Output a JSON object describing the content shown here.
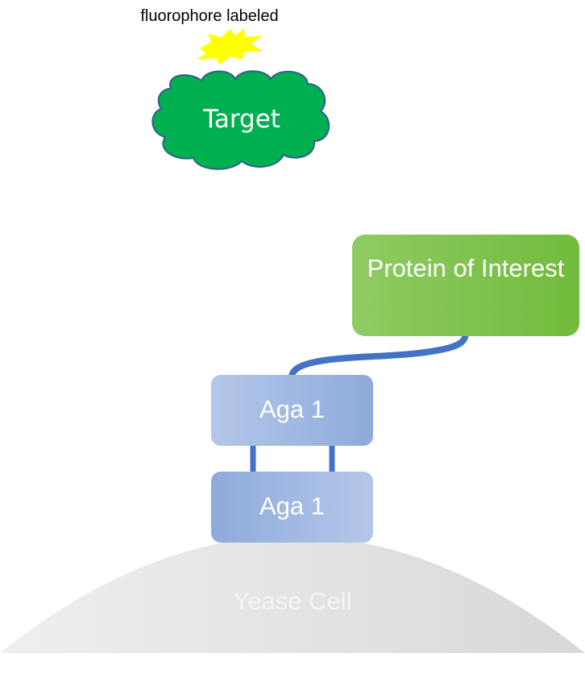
{
  "diagram": {
    "fluorophore_label": "fluorophore labeled",
    "target_label": "Target",
    "protein_label": "Protein of Interest",
    "aga_top_label": "Aga 1",
    "aga_bottom_label": "Aga 1",
    "cell_label": "Yease Cell",
    "colors": {
      "fluorophore": "#ffff00",
      "target_fill": "#00b050",
      "target_stroke": "#2e5f8a",
      "protein_fill": "#7cc242",
      "aga_fill": "#a7bde4",
      "linker": "#4472c4",
      "cell_fill": "#e2e2e2"
    }
  }
}
